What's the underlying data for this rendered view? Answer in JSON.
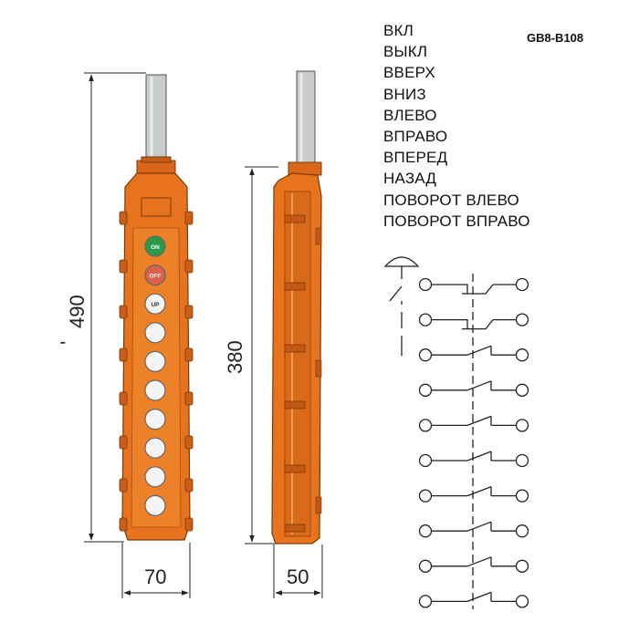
{
  "model": "GB8-B108",
  "functions": [
    "ВКЛ",
    "ВЫКЛ",
    "ВВЕРХ",
    "ВНИЗ",
    "ВЛЕВО",
    "ВПРАВО",
    "ВПЕРЕД",
    "НАЗАД",
    "ПОВОРОТ ВЛЕВО",
    "ПОВОРОТ ВПРАВО"
  ],
  "dimensions": {
    "total_height": "490",
    "body_height": "380",
    "width": "70",
    "depth": "50",
    "total_height_prefix": "'"
  },
  "buttons": [
    {
      "label": "ON",
      "color": "#2a9a4a"
    },
    {
      "label": "OFF",
      "color": "#d9604a"
    },
    {
      "label": "UP",
      "color": "#f4f4f4"
    },
    {
      "label": "",
      "color": "#f4f4f4"
    },
    {
      "label": "",
      "color": "#f4f4f4"
    },
    {
      "label": "",
      "color": "#f4f4f4"
    },
    {
      "label": "",
      "color": "#f4f4f4"
    },
    {
      "label": "",
      "color": "#f4f4f4"
    },
    {
      "label": "",
      "color": "#f4f4f4"
    },
    {
      "label": "",
      "color": "#f4f4f4"
    }
  ],
  "colors": {
    "housing": "#e8731e",
    "housing_dark": "#b5520f",
    "cable": "#c8cccc",
    "line": "#222222"
  },
  "contacts": {
    "count": 10,
    "normally_closed_count": 2
  }
}
